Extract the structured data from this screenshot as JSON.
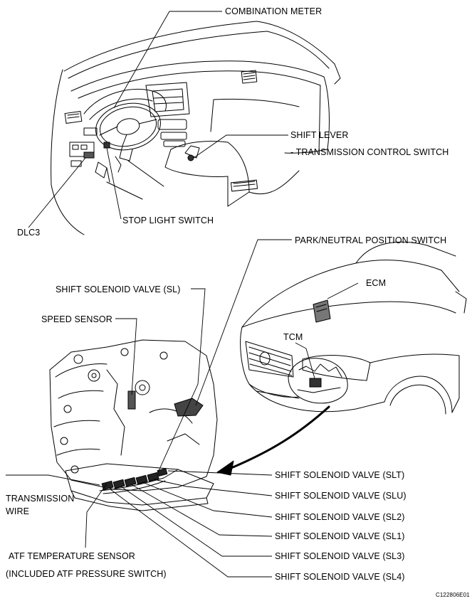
{
  "labels": {
    "combination_meter": "COMBINATION METER",
    "shift_lever": "SHIFT LEVER",
    "transmission_control_switch": "- TRANSMISSION CONTROL SWITCH",
    "stop_light_switch": "STOP LIGHT SWITCH",
    "dlc3": "DLC3",
    "park_neutral_position_switch": "PARK/NEUTRAL POSITION SWITCH",
    "shift_solenoid_sl": "SHIFT SOLENOID VALVE (SL)",
    "ecm": "ECM",
    "speed_sensor": "SPEED SENSOR",
    "tcm": "TCM",
    "transmission_wire_1": "TRANSMISSION",
    "transmission_wire_2": "WIRE",
    "shift_solenoid_slt": "SHIFT SOLENOID VALVE (SLT)",
    "shift_solenoid_slu": "SHIFT SOLENOID VALVE (SLU)",
    "shift_solenoid_sl2": "SHIFT SOLENOID VALVE (SL2)",
    "shift_solenoid_sl1": "SHIFT SOLENOID VALVE (SL1)",
    "shift_solenoid_sl3": "SHIFT SOLENOID VALVE (SL3)",
    "shift_solenoid_sl4": "SHIFT SOLENOID VALVE (SL4)",
    "atf_temp_sensor": "ATF TEMPERATURE SENSOR",
    "atf_pressure_switch": "(INCLUDED ATF PRESSURE SWITCH)",
    "figure_code": "C122806E01"
  }
}
